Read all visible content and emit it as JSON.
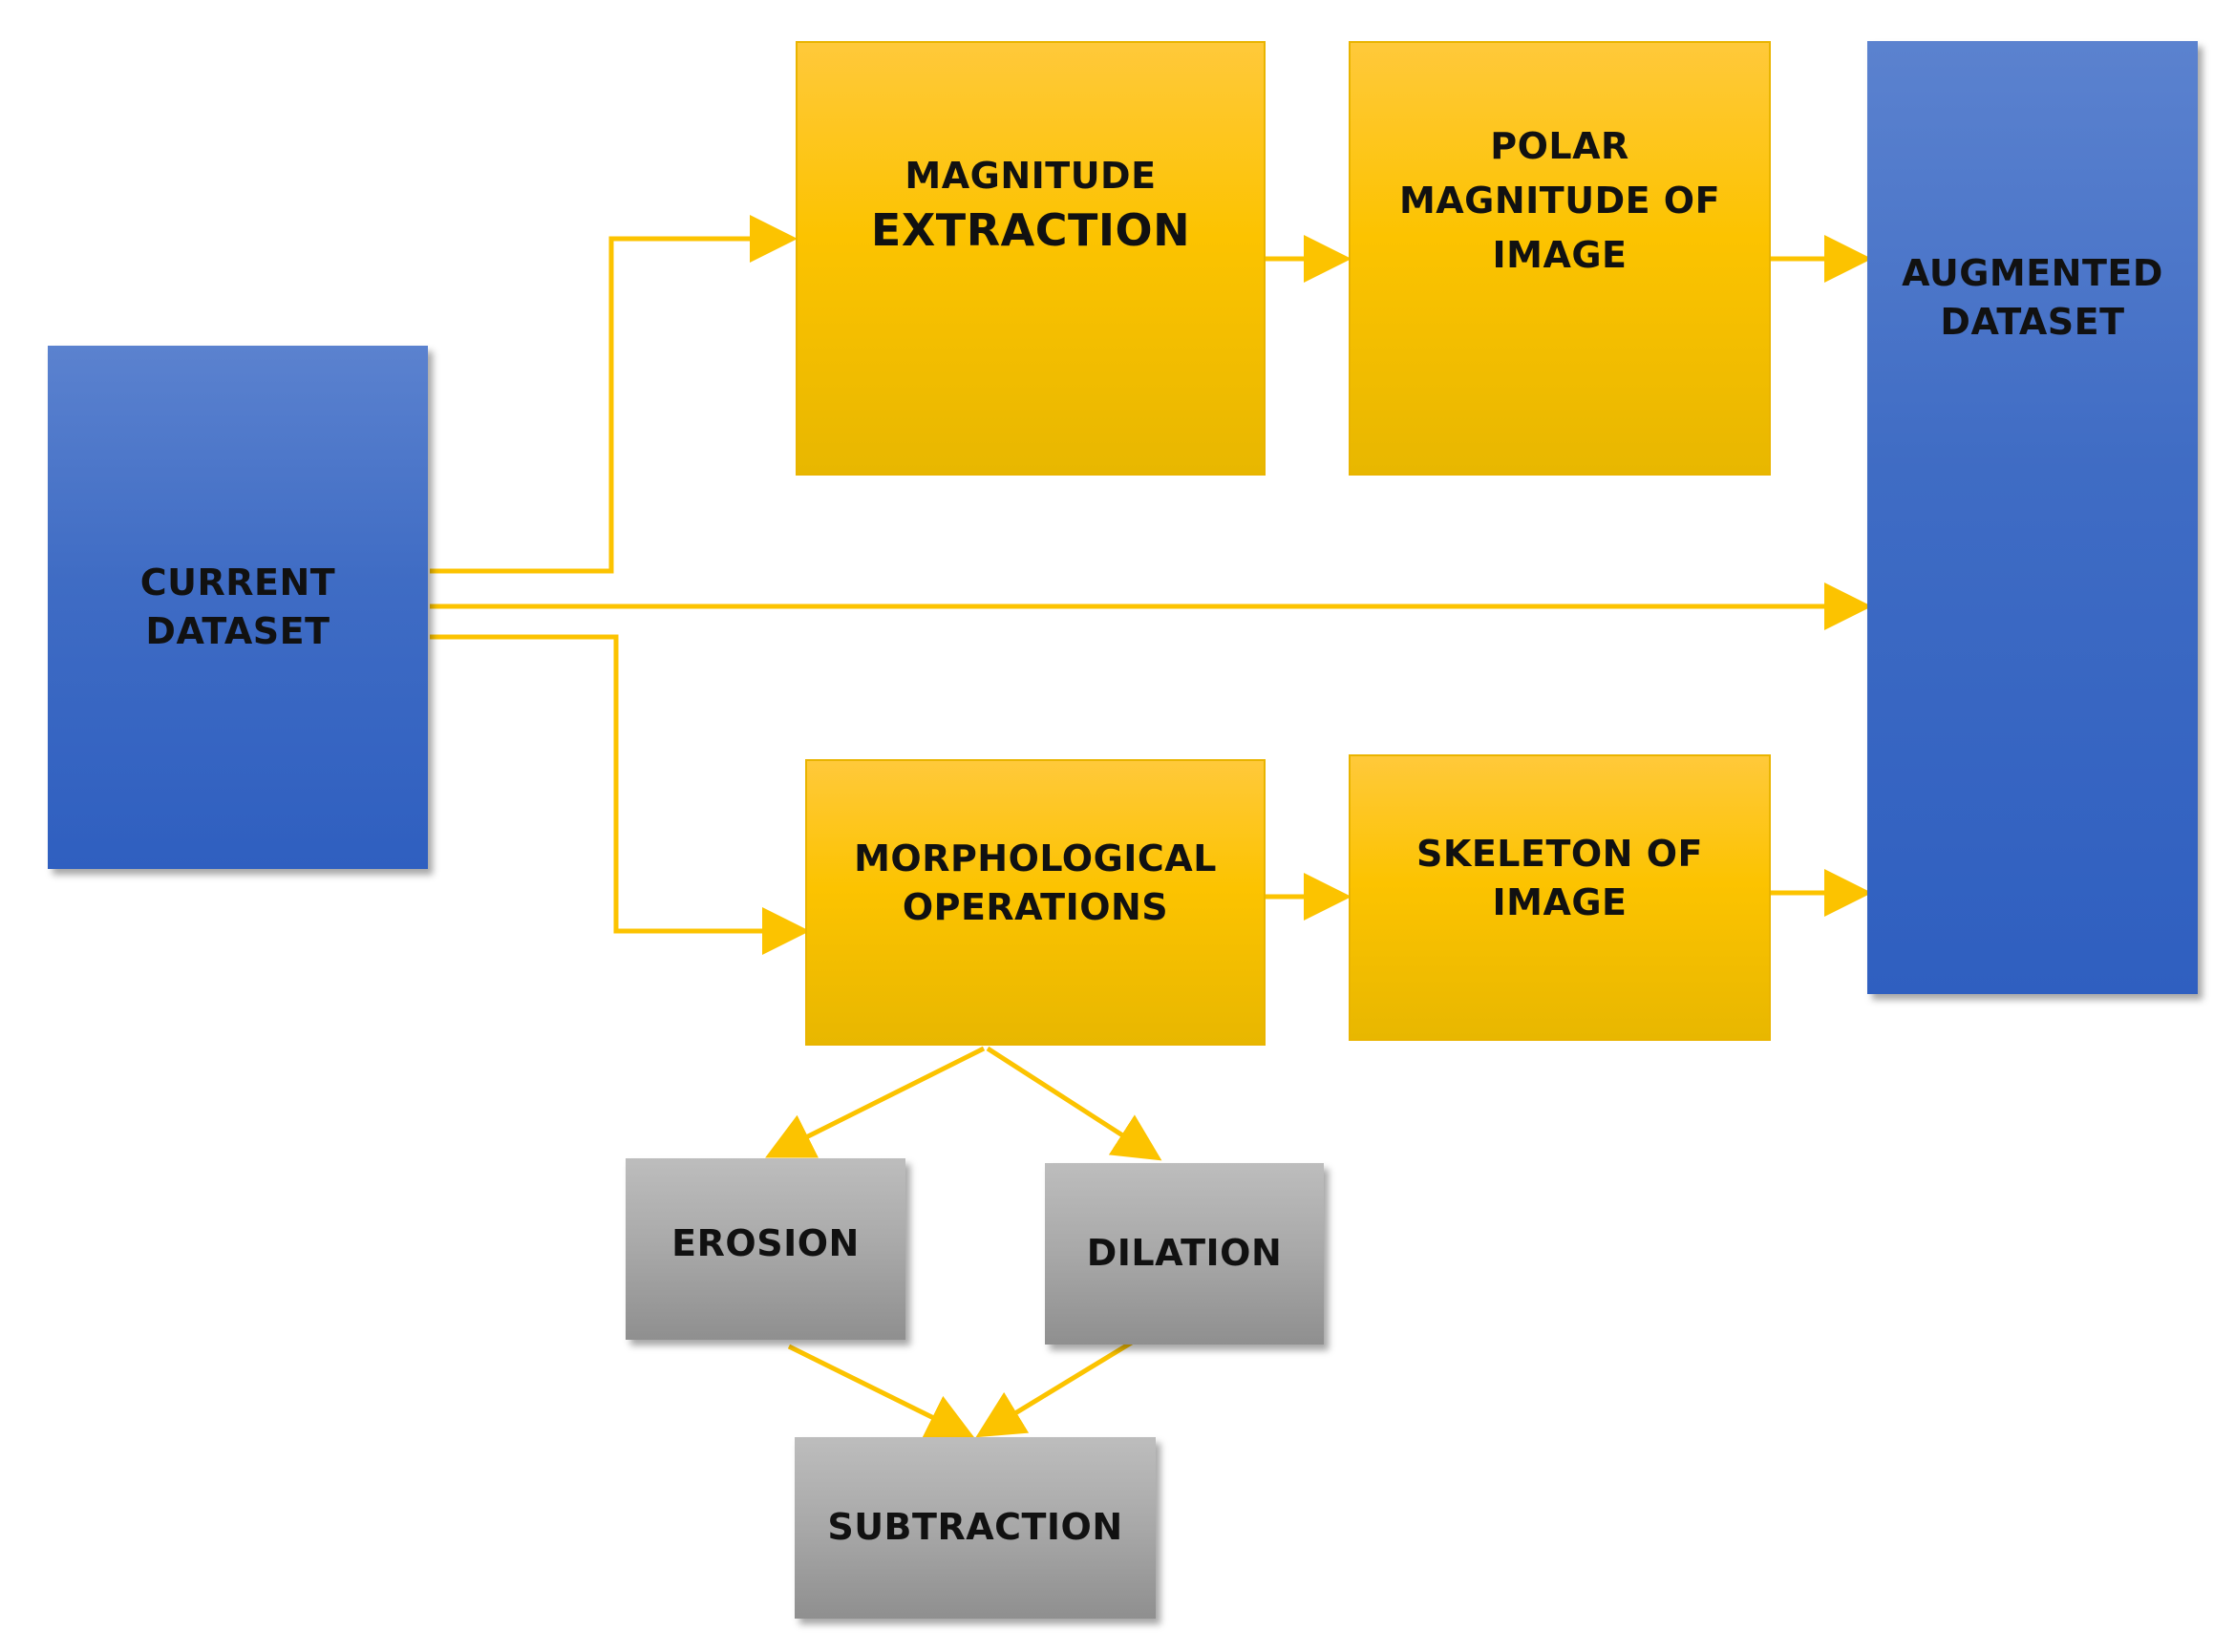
{
  "nodes": {
    "current_dataset": "CURRENT\nDATASET",
    "magnitude_extraction_line1": "MAGNITUDE",
    "magnitude_extraction_line2": "EXTRACTION",
    "polar_magnitude": "POLAR\nMAGNITUDE OF\nIMAGE",
    "augmented_dataset": "AUGMENTED\nDATASET",
    "morphological_operations": "MORPHOLOGICAL\nOPERATIONS",
    "skeleton_of_image": "SKELETON OF\nIMAGE",
    "erosion": "EROSION",
    "dilation": "DILATION",
    "subtraction": "SUBTRACTION"
  },
  "colors": {
    "arrow": "#fcc300",
    "blue": "#3f6cc4",
    "yellow": "#fcc300",
    "gray": "#a8a8a8"
  }
}
